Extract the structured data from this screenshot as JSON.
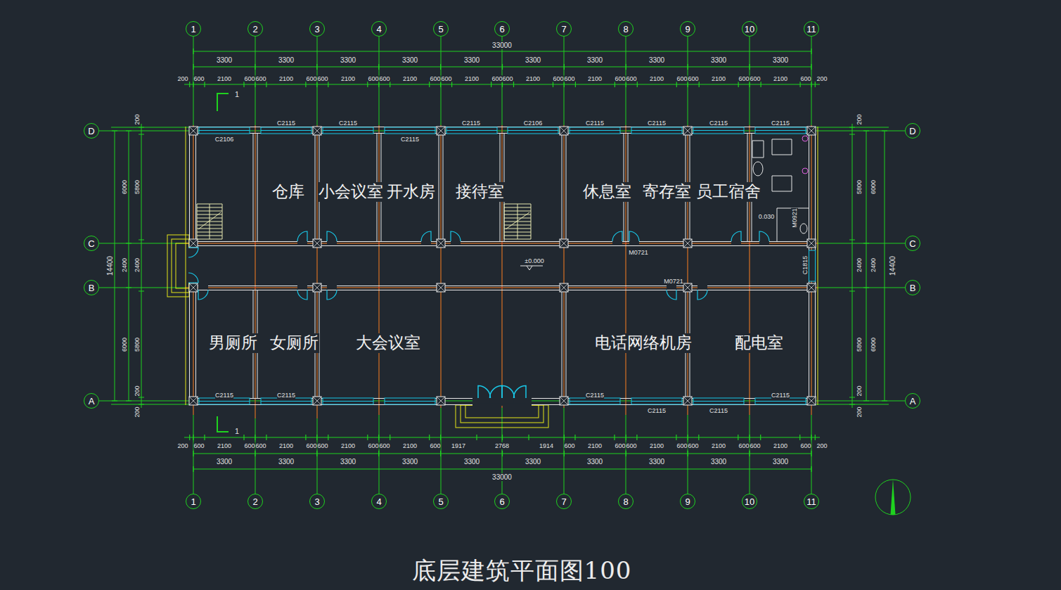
{
  "diagram": {
    "title": "底层建筑平面图100",
    "nodes": [
      {
        "text": [
          "1"
        ]
      },
      {
        "text": [
          "2"
        ]
      },
      {
        "text": [
          "3"
        ]
      },
      {
        "text": [
          "4"
        ]
      },
      {
        "text": [
          "5"
        ]
      },
      {
        "text": [
          "6"
        ]
      },
      {
        "text": [
          "7"
        ]
      },
      {
        "text": [
          "8"
        ]
      },
      {
        "text": [
          "9"
        ]
      },
      {
        "text": [
          "10"
        ]
      },
      {
        "text": [
          "11"
        ]
      },
      {
        "text": [
          "D"
        ]
      },
      {
        "text": [
          "C"
        ]
      },
      {
        "text": [
          "B"
        ]
      },
      {
        "text": [
          "A"
        ]
      },
      {
        "text": [
          "D"
        ]
      },
      {
        "text": [
          "C"
        ]
      },
      {
        "text": [
          "B"
        ]
      },
      {
        "text": [
          "A"
        ]
      },
      {
        "text": [
          "1"
        ]
      },
      {
        "text": [
          "2"
        ]
      },
      {
        "text": [
          "3"
        ]
      },
      {
        "text": [
          "4"
        ]
      },
      {
        "text": [
          "5"
        ]
      },
      {
        "text": [
          "6"
        ]
      },
      {
        "text": [
          "7"
        ]
      },
      {
        "text": [
          "8"
        ]
      },
      {
        "text": [
          "9"
        ]
      },
      {
        "text": [
          "10"
        ]
      },
      {
        "text": [
          "11"
        ]
      },
      {
        "text": [
          "仓库"
        ]
      },
      {
        "text": [
          "小会议室"
        ]
      },
      {
        "text": [
          "开水房"
        ]
      },
      {
        "text": [
          "接待室"
        ]
      },
      {
        "text": [
          "休息室"
        ]
      },
      {
        "text": [
          "寄存室"
        ]
      },
      {
        "text": [
          "员工宿舍"
        ]
      },
      {
        "text": [
          "男厕所"
        ]
      },
      {
        "text": [
          "女厕所"
        ]
      },
      {
        "text": [
          "大会议室"
        ]
      },
      {
        "text": [
          "电话网络机房"
        ]
      },
      {
        "text": [
          "配电室"
        ]
      }
    ],
    "edges": [
      {
        "from": 0,
        "to": 19,
        "arrow": "none"
      },
      {
        "from": 1,
        "to": 20,
        "arrow": "none"
      },
      {
        "from": 2,
        "to": 21,
        "arrow": "none"
      },
      {
        "from": 3,
        "to": 22,
        "arrow": "none"
      },
      {
        "from": 4,
        "to": 23,
        "arrow": "none"
      },
      {
        "from": 5,
        "to": 24,
        "arrow": "none"
      },
      {
        "from": 6,
        "to": 25,
        "arrow": "none"
      },
      {
        "from": 7,
        "to": 26,
        "arrow": "none"
      },
      {
        "from": 8,
        "to": 27,
        "arrow": "none"
      },
      {
        "from": 9,
        "to": 28,
        "arrow": "none"
      },
      {
        "from": 10,
        "to": 29,
        "arrow": "none"
      },
      {
        "from": 11,
        "to": 15,
        "arrow": "none"
      },
      {
        "from": 12,
        "to": 16,
        "arrow": "none"
      },
      {
        "from": 13,
        "to": 17,
        "arrow": "none"
      },
      {
        "from": 14,
        "to": 18,
        "arrow": "none"
      }
    ],
    "labels": [
      "33000",
      "3300",
      "3300",
      "3300",
      "3300",
      "3300",
      "3300",
      "3300",
      "3300",
      "3300",
      "3300",
      "200",
      "600",
      "2100",
      "600",
      "600",
      "2100",
      "600",
      "600",
      "2100",
      "600",
      "600",
      "2100",
      "600",
      "600",
      "2100",
      "600",
      "600",
      "2100",
      "600",
      "600",
      "2100",
      "600",
      "600",
      "2100",
      "600",
      "600",
      "2100",
      "600",
      "600",
      "2100",
      "600",
      "200",
      "200",
      "600",
      "2100",
      "600",
      "600",
      "2100",
      "600",
      "600",
      "2100",
      "600",
      "600",
      "2100",
      "600",
      "1917",
      "2768",
      "1914",
      "600",
      "2100",
      "600",
      "600",
      "2100",
      "600",
      "600",
      "2100",
      "600",
      "600",
      "2100",
      "600",
      "200",
      "3300",
      "3300",
      "3300",
      "3300",
      "3300",
      "3300",
      "3300",
      "3300",
      "3300",
      "3300",
      "33000",
      "14400",
      "6000",
      "2400",
      "6000",
      "200",
      "5800",
      "2400",
      "5800",
      "200",
      "200",
      "200",
      "5800",
      "2400",
      "5800",
      "200",
      "200",
      "6000",
      "2400",
      "6000",
      "14400",
      "C2106",
      "C2115",
      "C2115",
      "C2115",
      "C2115",
      "C2106",
      "C2115",
      "C2115",
      "C2115",
      "C2115",
      "0.030",
      "M0921",
      "M0721",
      "±0.000",
      "C1815",
      "M0721",
      "C2115",
      "C2115",
      "C2115",
      "C2115",
      "C2115",
      "C2115",
      "1",
      "1"
    ]
  }
}
